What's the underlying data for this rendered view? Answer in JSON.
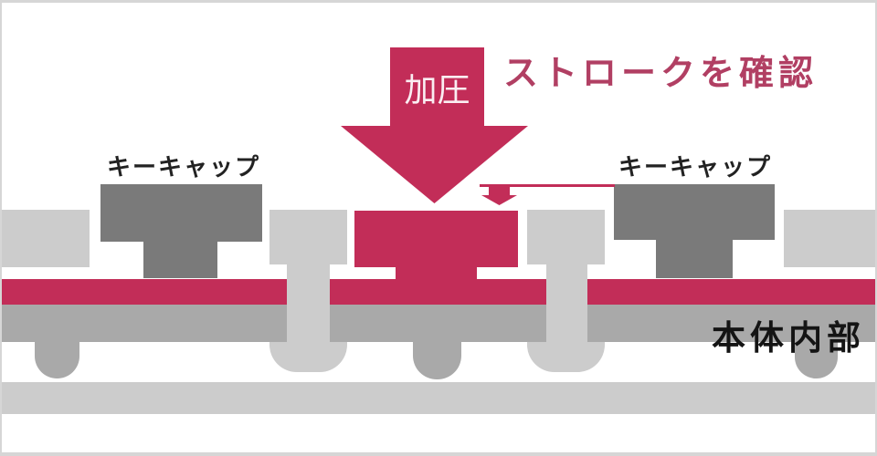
{
  "labels": {
    "pressure": "加圧",
    "stroke_check": "ストロークを確認",
    "keycap_left": "キーキャップ",
    "keycap_right": "キーキャップ",
    "body_interior": "本体内部"
  },
  "icons": {
    "pressure_arrow": "large-down-arrow",
    "stroke_arrow": "small-down-arrow"
  },
  "colors": {
    "crimson": "#c22d58",
    "pink-text": "#b13f63",
    "dark-gray": "#7a7a7a",
    "mid-gray": "#a9a9a9",
    "light-gray": "#cccccc",
    "border-gray": "#d6d6d6"
  }
}
